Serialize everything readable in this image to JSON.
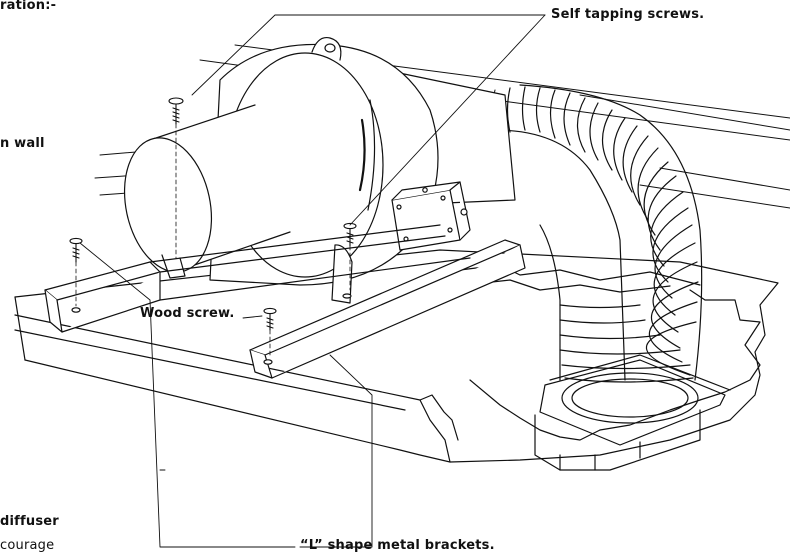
{
  "labels": {
    "frag_top": "ration:-",
    "frag_wall": "n wall",
    "frag_diffuser": "diffuser",
    "frag_courage": "courage",
    "self_tapping": "Self tapping screws.",
    "wood_screw": "Wood screw.",
    "l_brackets": "“L” shape metal brackets."
  },
  "colors": {
    "line": "#111111",
    "fill": "#ffffff"
  },
  "icons": [
    "screw-icon"
  ]
}
